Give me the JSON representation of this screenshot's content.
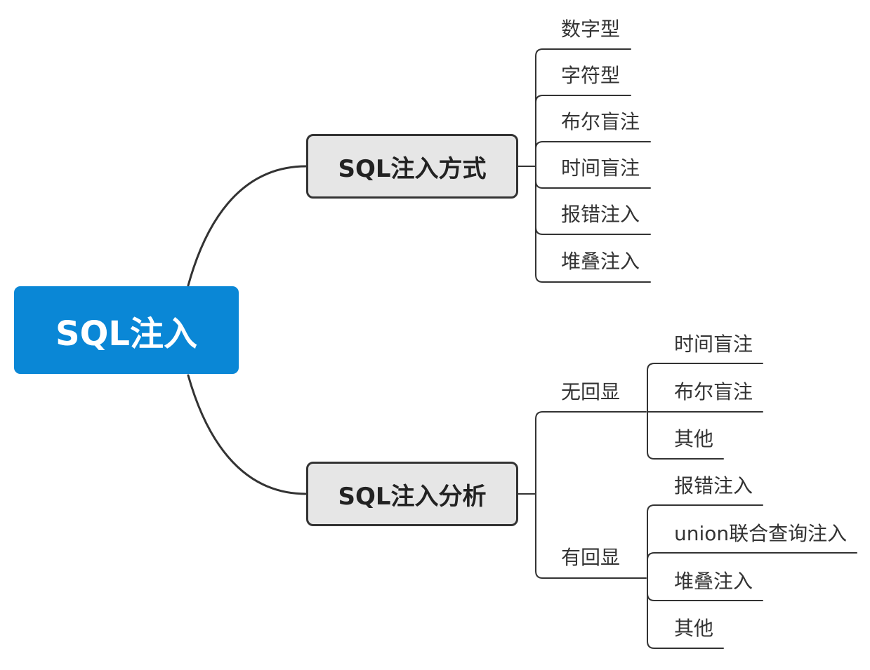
{
  "colors": {
    "root_fill": "#0a87d6",
    "root_text": "#ffffff",
    "branch_fill": "#e6e6e6",
    "branch_border": "#333333",
    "line": "#333333",
    "leaf_text": "#333333"
  },
  "root": {
    "label": "SQL注入"
  },
  "branches": [
    {
      "label": "SQL注入方式",
      "children": [
        {
          "label": "数字型"
        },
        {
          "label": "字符型"
        },
        {
          "label": "布尔盲注"
        },
        {
          "label": "时间盲注"
        },
        {
          "label": "报错注入"
        },
        {
          "label": "堆叠注入"
        }
      ]
    },
    {
      "label": "SQL注入分析",
      "children": [
        {
          "label": "无回显",
          "children": [
            {
              "label": "时间盲注"
            },
            {
              "label": "布尔盲注"
            },
            {
              "label": "其他"
            }
          ]
        },
        {
          "label": "有回显",
          "children": [
            {
              "label": "报错注入"
            },
            {
              "label": "union联合查询注入"
            },
            {
              "label": "堆叠注入"
            },
            {
              "label": "其他"
            }
          ]
        }
      ]
    }
  ]
}
